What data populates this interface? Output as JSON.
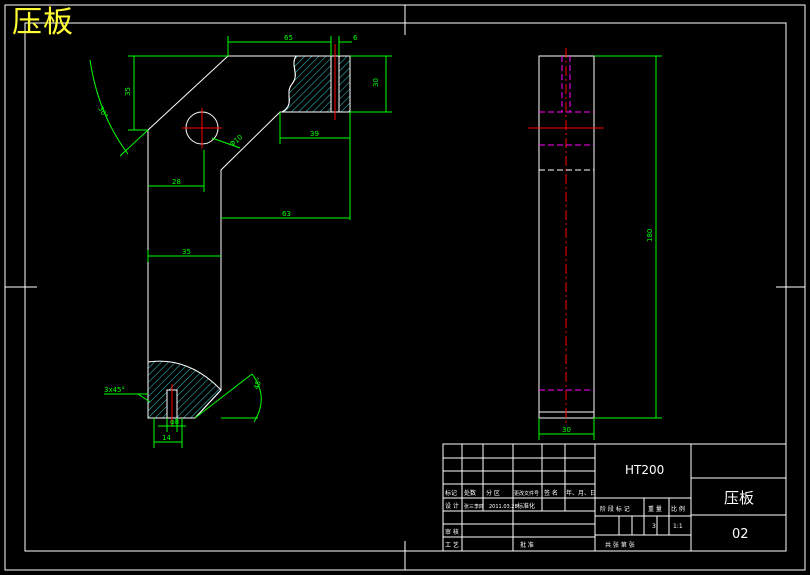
{
  "title": "压板",
  "dimensions": {
    "top_width": "65",
    "slot_width": "6",
    "height_right": "30",
    "angle_top": "30°",
    "height_left": "35",
    "hole": "Φ10",
    "step_width": "39",
    "mid_width": "28",
    "right_span": "63",
    "arm_width": "35",
    "chamfer": "3x45°",
    "angle_bottom": "45°",
    "pin_w1": "φ8",
    "pin_w2": "14",
    "side_height": "180",
    "side_width": "30"
  },
  "title_block": {
    "material": "HT200",
    "part_name": "压板",
    "drawing_no": "02",
    "scale_value": "1:1",
    "sheet_value": "3",
    "rev_headers": [
      "标记",
      "处数",
      "分 区",
      "更改文件号",
      "签 名",
      "年、月、日"
    ],
    "row_labels": [
      "设 计",
      "审 核",
      "工 艺"
    ],
    "design_sign": "张三李四",
    "design_date": "2011.03.28",
    "standardize": "标准化",
    "approve": "批 准",
    "stage_header": "阶 段 标 记",
    "weight_header": "重 量",
    "scale_header": "比 例",
    "sheet_footer": "共 张 第 张"
  },
  "colors": {
    "background": "#000000",
    "outline": "#ffffff",
    "dimension": "#00ff00",
    "centerline": "#ff0000",
    "hidden": "#ff00ff",
    "hatch": "#33cccc",
    "title_text": "#ffff33"
  }
}
